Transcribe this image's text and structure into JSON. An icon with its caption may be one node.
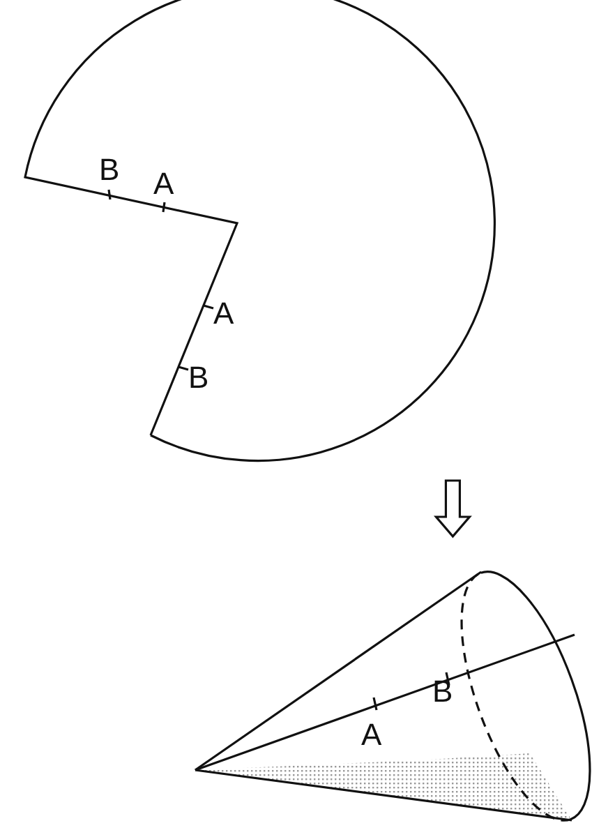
{
  "diagram": {
    "nodes": [
      {
        "text": [],
        "shape": "sector"
      },
      {
        "text": [],
        "shape": "cone"
      }
    ],
    "edges": [
      {
        "from": 0,
        "to": 1,
        "arrow": "to"
      }
    ],
    "labels": [
      "B",
      "A",
      "A",
      "B",
      "B",
      "A"
    ]
  }
}
